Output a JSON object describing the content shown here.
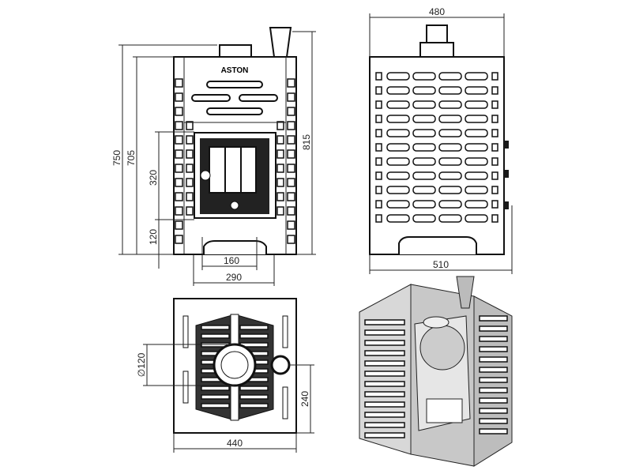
{
  "logo": {
    "text": "ASTON"
  },
  "front_view": {
    "dims": {
      "height_total": "750",
      "height_body": "705",
      "door_height": "320",
      "door_bottom": "120",
      "base_opening": "160",
      "door_width": "290"
    }
  },
  "side_view": {
    "dims": {
      "height_with_chimney": "815",
      "top_width": "480",
      "bottom_width": "510"
    }
  },
  "top_view": {
    "dims": {
      "flue_diameter": "∅120",
      "flue_offset": "240",
      "width": "440"
    }
  },
  "colors": {
    "line": "#1a1a1a",
    "background": "#ffffff",
    "section_fill": "#c8c8c8"
  }
}
